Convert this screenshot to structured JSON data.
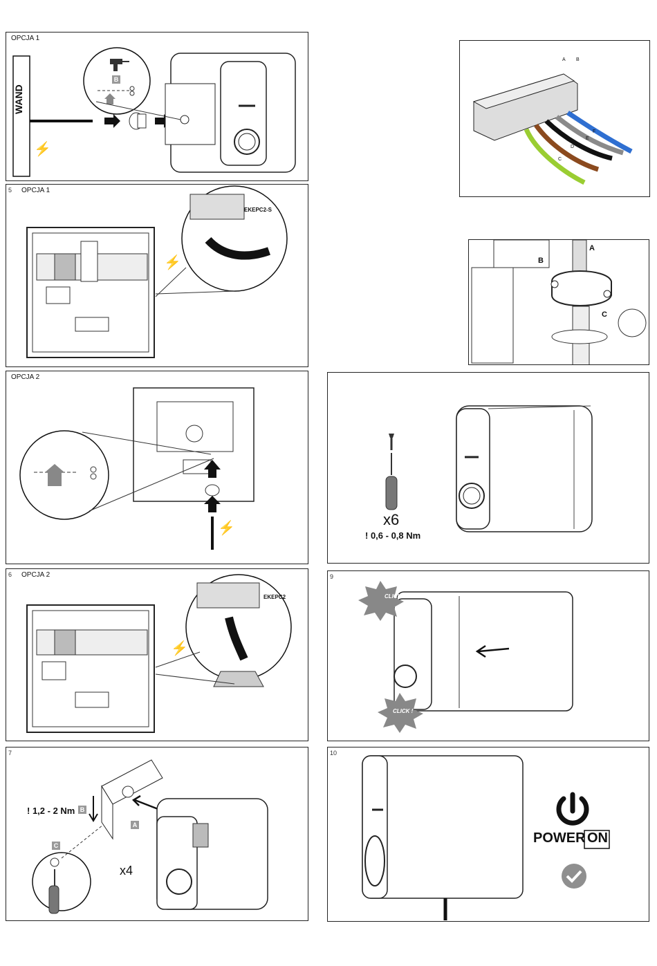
{
  "panels": {
    "p_wand": {
      "tag": "OPCJA 1",
      "wall_label": "WAND",
      "inset_box_label": "B"
    },
    "p_terminal": {
      "labels": [
        "A",
        "B",
        "C",
        "D",
        "E",
        "F"
      ]
    },
    "p5": {
      "num": "5",
      "tag": "OPCJA 1",
      "terminal_label": "EKEPC2-S"
    },
    "p_clamp": {
      "labels": [
        "A",
        "B",
        "C"
      ]
    },
    "p_opcja2": {
      "tag": "OPCJA 2"
    },
    "p_screws": {
      "count": "x6",
      "torque": "! 0,6 - 0,8 Nm"
    },
    "p6": {
      "num": "6",
      "tag": "OPCJA 2",
      "terminal_label": "EKEPC2"
    },
    "p9": {
      "num": "9",
      "click1": "CLICK !",
      "click2": "CLICK !"
    },
    "p7": {
      "num": "7",
      "torque": "! 1,2 - 2 Nm",
      "box_b": "B",
      "box_a": "A",
      "box_c": "C",
      "count": "x4"
    },
    "p10": {
      "num": "10",
      "power": "POWER",
      "on": "ON"
    }
  },
  "colors": {
    "wire_blue": "#2f6fd1",
    "wire_grey": "#8a8a8a",
    "wire_black": "#111111",
    "wire_brown": "#8b4a1e",
    "wire_yellow_green": "#9acd32",
    "label_grey": "#999999",
    "check_grey": "#8f8f8f"
  },
  "icons": [
    "lightning-icon",
    "arrow-right-icon",
    "scissors-icon",
    "house-icon",
    "drill-icon",
    "screw-icon",
    "screwdriver-icon",
    "power-icon",
    "check-circle-icon",
    "arrow-left-icon",
    "arrow-up-icon",
    "click-burst-icon"
  ]
}
